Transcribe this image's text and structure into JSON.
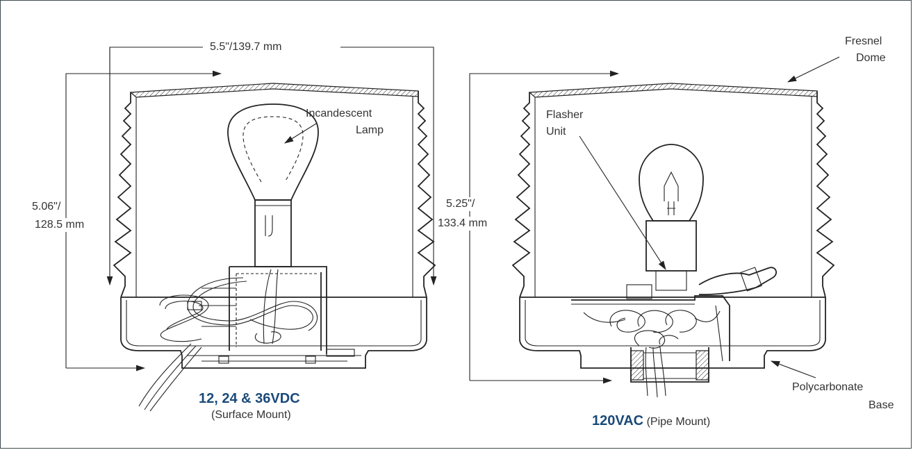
{
  "dimensions": {
    "width": "5.5\"/139.7 mm",
    "left_height_line1": "5.06\"/",
    "left_height_line2": "128.5 mm",
    "right_height_line1": "5.25\"/",
    "right_height_line2": "133.4 mm"
  },
  "callouts": {
    "lamp_line1": "Incandescent",
    "lamp_line2": "Lamp",
    "flasher_line1": "Flasher",
    "flasher_line2": "Unit",
    "dome_line1": "Fresnel",
    "dome_line2": "Dome",
    "base_line1": "Polycarbonate",
    "base_line2": "Base"
  },
  "captions": {
    "left_bold": "12, 24 & 36VDC",
    "left_sub": "(Surface Mount)",
    "right_bold": "120VAC",
    "right_sub": "(Pipe Mount)"
  },
  "colors": {
    "caption": "#1a4a7a",
    "border": "#3f4a4e",
    "line": "#222222"
  }
}
